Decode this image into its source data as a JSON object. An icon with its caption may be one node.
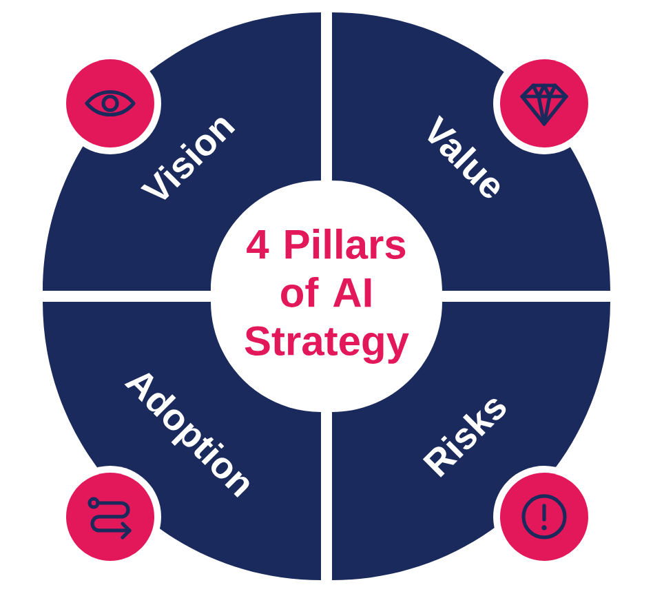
{
  "diagram": {
    "nodes": [
      {
        "text": [
          "Vision"
        ]
      },
      {
        "text": [
          "Value"
        ]
      },
      {
        "text": [
          "4 Pillars of AI Strategy"
        ]
      },
      {
        "text": [
          "Adoption"
        ]
      },
      {
        "text": [
          "Risks"
        ]
      }
    ]
  }
}
